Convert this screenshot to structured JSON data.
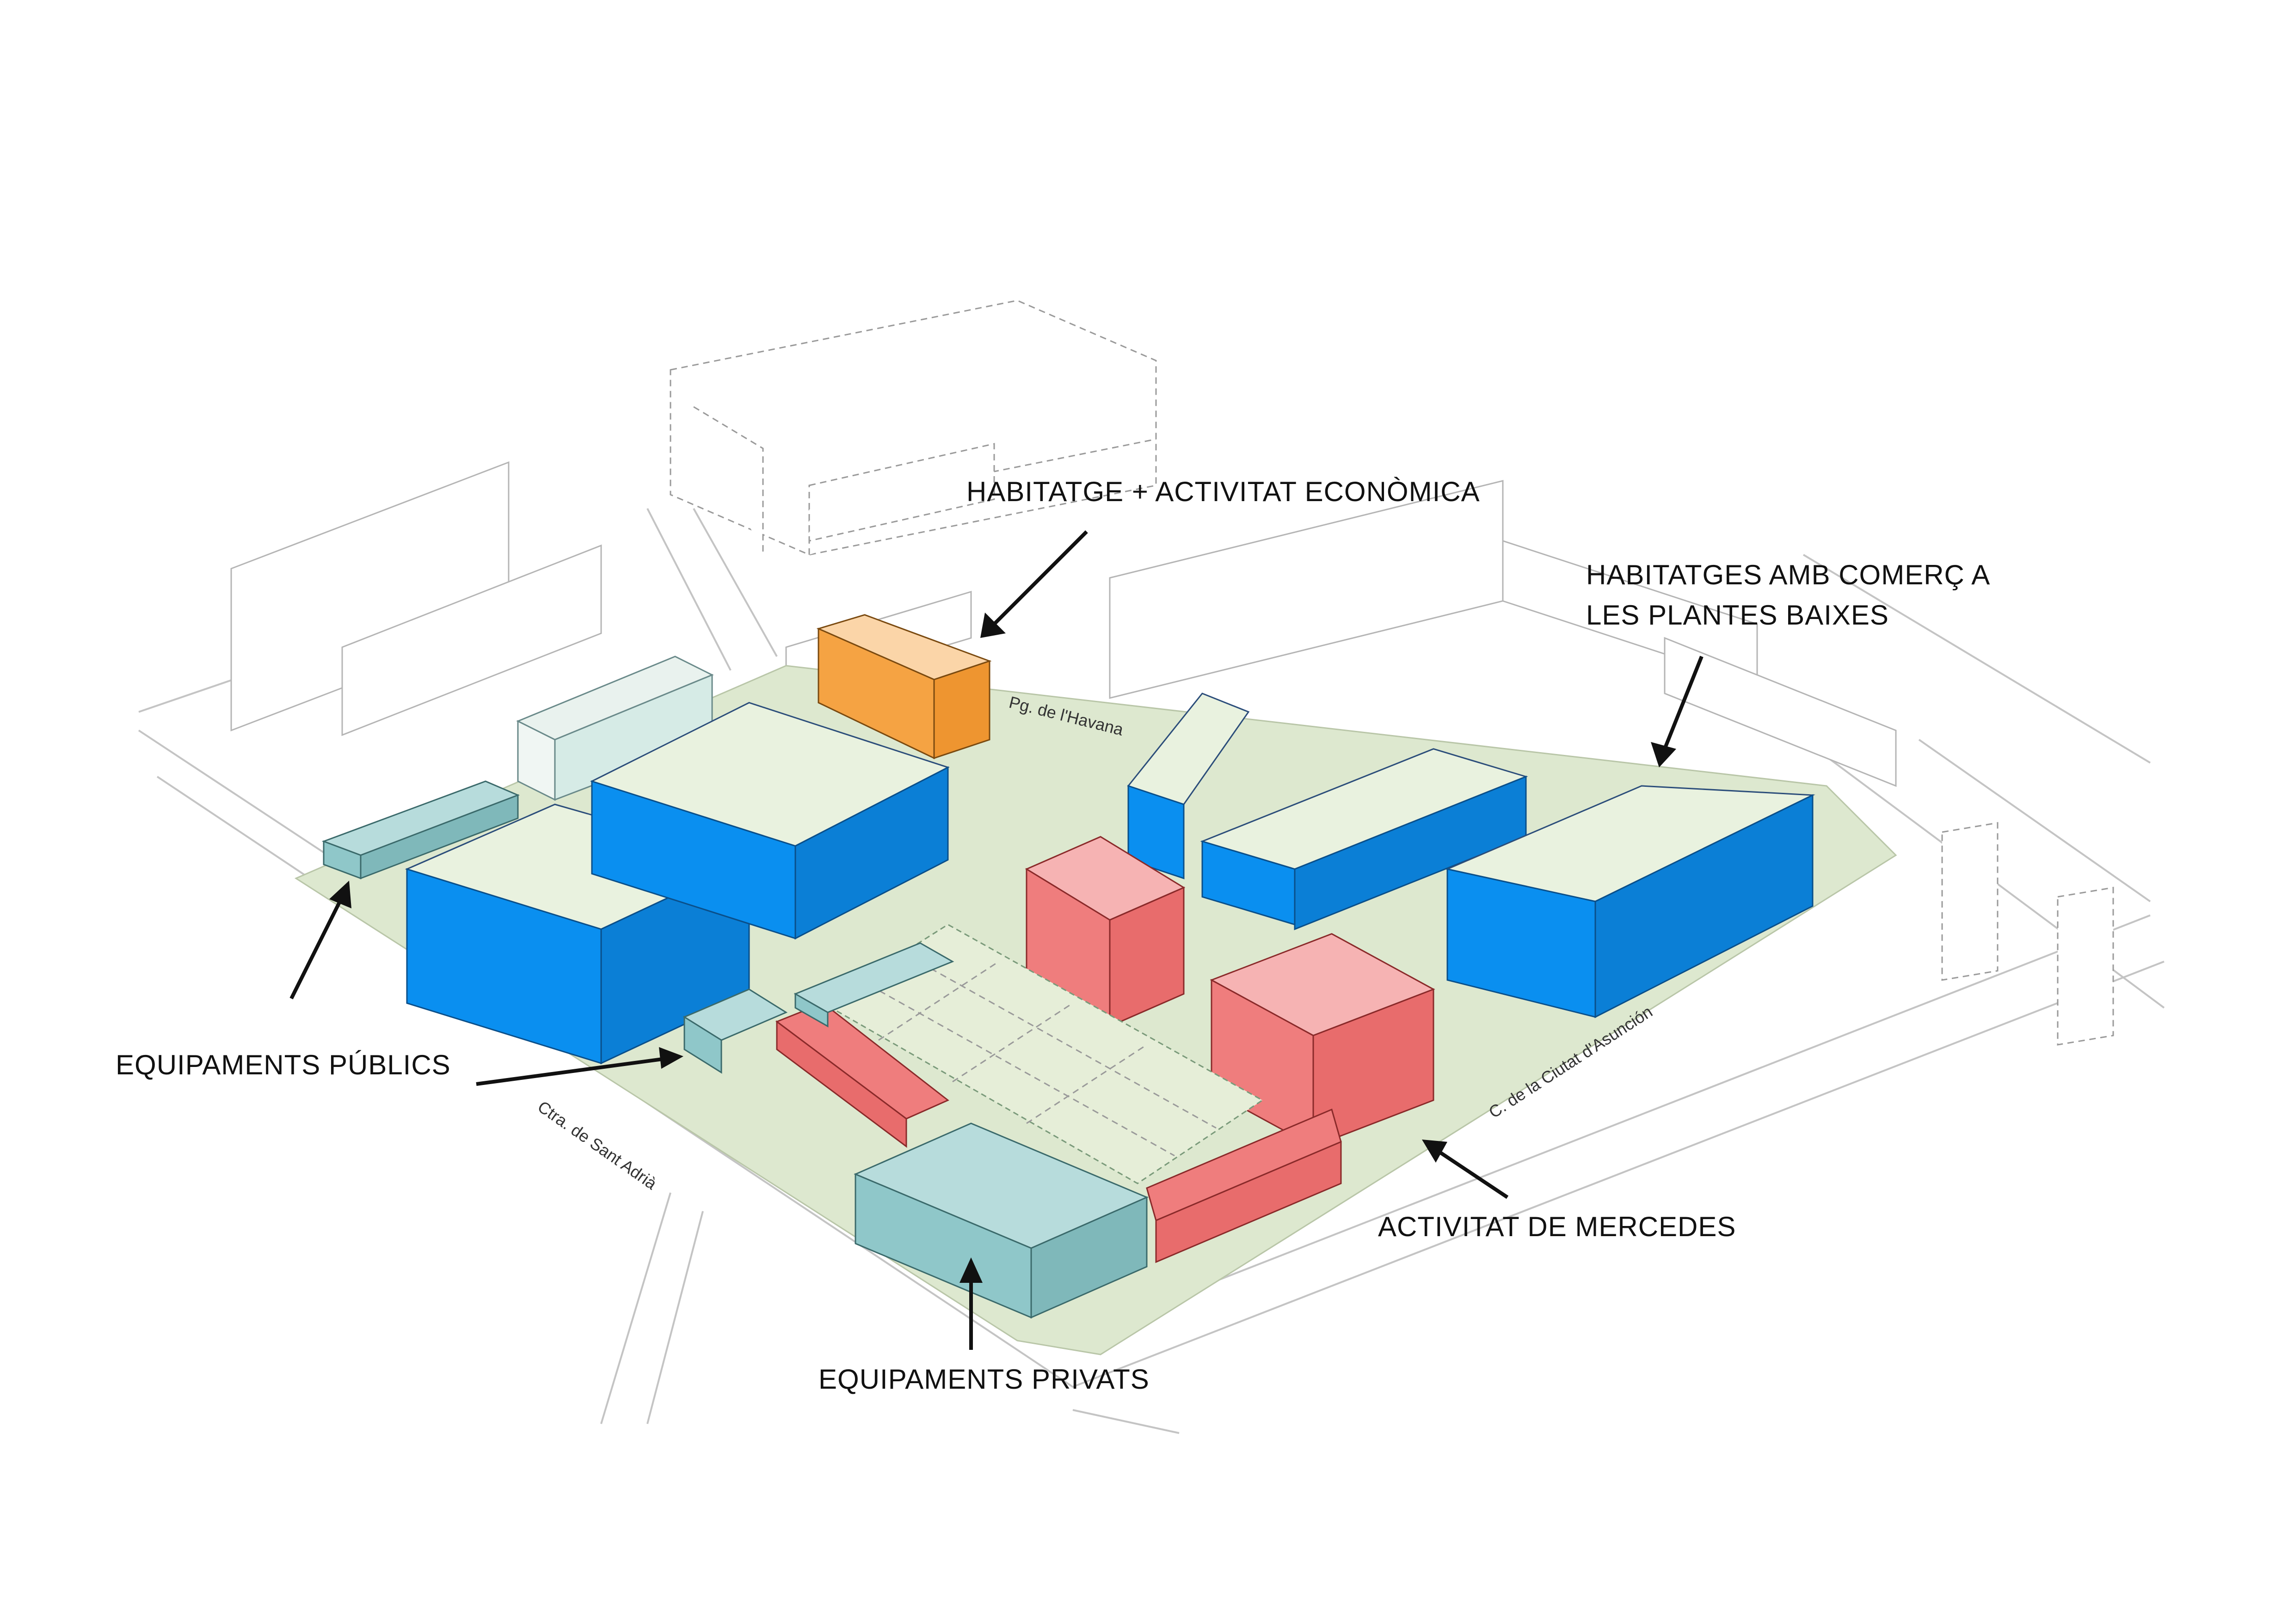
{
  "labels": {
    "habitatge_activitat": "HABITATGE + ACTIVITAT ECONÒMICA",
    "habitatges_comerc_line1": "HABITATGES AMB COMERÇ A",
    "habitatges_comerc_line2": "LES PLANTES BAIXES",
    "equipaments_publics": "EQUIPAMENTS PÚBLICS",
    "activitat_mercedes": "ACTIVITAT DE MERCEDES",
    "equipaments_privats": "EQUIPAMENTS PRIVATS"
  },
  "streets": {
    "havana": "Pg. de l'Havana",
    "sant_adria": "Ctra. de Sant Adrià",
    "asuncion": "C. de la Ciutat d'Asunción"
  },
  "colors": {
    "residential_blue": "#0a8ff0",
    "residential_roof": "#e9f2df",
    "mixed_orange": "#f5a343",
    "mercedes_red": "#ef7d7d",
    "public_teal": "#8fc7c9",
    "site_ground": "#dde8cf",
    "ghost_outline": "#9a9a9a"
  }
}
